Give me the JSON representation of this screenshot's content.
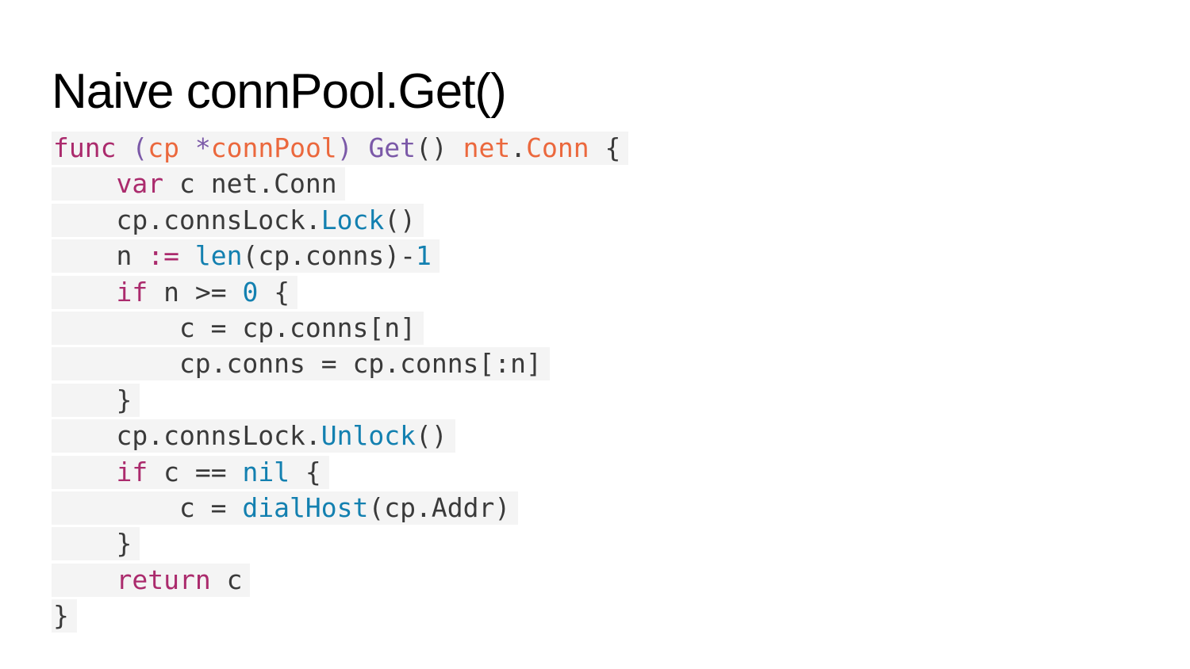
{
  "slide": {
    "title": "Naive connPool.Get()"
  },
  "colors": {
    "plain": "#3a3a3a",
    "keyword": "#ab2b6d",
    "orange": "#eb683d",
    "purple": "#7b59a8",
    "blue": "#1380b0",
    "line_bg": "#f4f4f4",
    "title": "#000000",
    "background": "#ffffff"
  },
  "code": {
    "language": "go",
    "lines": [
      {
        "tokens": [
          {
            "t": "func",
            "c": "keyword"
          },
          {
            "t": " ",
            "c": "plain"
          },
          {
            "t": "(",
            "c": "purple"
          },
          {
            "t": "cp",
            "c": "orange"
          },
          {
            "t": " ",
            "c": "plain"
          },
          {
            "t": "*",
            "c": "purple"
          },
          {
            "t": "connPool",
            "c": "orange"
          },
          {
            "t": ")",
            "c": "purple"
          },
          {
            "t": " ",
            "c": "plain"
          },
          {
            "t": "Get",
            "c": "purple"
          },
          {
            "t": "() ",
            "c": "plain"
          },
          {
            "t": "net",
            "c": "orange"
          },
          {
            "t": ".",
            "c": "plain"
          },
          {
            "t": "Conn",
            "c": "orange"
          },
          {
            "t": " {",
            "c": "plain"
          }
        ]
      },
      {
        "tokens": [
          {
            "t": "    ",
            "c": "plain"
          },
          {
            "t": "var",
            "c": "keyword"
          },
          {
            "t": " c net.Conn",
            "c": "plain"
          }
        ]
      },
      {
        "tokens": [
          {
            "t": "    cp.connsLock.",
            "c": "plain"
          },
          {
            "t": "Lock",
            "c": "blue"
          },
          {
            "t": "()",
            "c": "plain"
          }
        ]
      },
      {
        "tokens": [
          {
            "t": "    n ",
            "c": "plain"
          },
          {
            "t": ":=",
            "c": "keyword"
          },
          {
            "t": " ",
            "c": "plain"
          },
          {
            "t": "len",
            "c": "blue"
          },
          {
            "t": "(cp.conns)-",
            "c": "plain"
          },
          {
            "t": "1",
            "c": "blue"
          }
        ]
      },
      {
        "tokens": [
          {
            "t": "    ",
            "c": "plain"
          },
          {
            "t": "if",
            "c": "keyword"
          },
          {
            "t": " n >= ",
            "c": "plain"
          },
          {
            "t": "0",
            "c": "blue"
          },
          {
            "t": " {",
            "c": "plain"
          }
        ]
      },
      {
        "tokens": [
          {
            "t": "        c = cp.conns[n]",
            "c": "plain"
          }
        ]
      },
      {
        "tokens": [
          {
            "t": "        cp.conns = cp.conns[:n]",
            "c": "plain"
          }
        ]
      },
      {
        "tokens": [
          {
            "t": "    }",
            "c": "plain"
          }
        ]
      },
      {
        "tokens": [
          {
            "t": "    cp.connsLock.",
            "c": "plain"
          },
          {
            "t": "Unlock",
            "c": "blue"
          },
          {
            "t": "()",
            "c": "plain"
          }
        ]
      },
      {
        "tokens": [
          {
            "t": "    ",
            "c": "plain"
          },
          {
            "t": "if",
            "c": "keyword"
          },
          {
            "t": " c == ",
            "c": "plain"
          },
          {
            "t": "nil",
            "c": "blue"
          },
          {
            "t": " {",
            "c": "plain"
          }
        ]
      },
      {
        "tokens": [
          {
            "t": "        c = ",
            "c": "plain"
          },
          {
            "t": "dialHost",
            "c": "blue"
          },
          {
            "t": "(cp.Addr)",
            "c": "plain"
          }
        ]
      },
      {
        "tokens": [
          {
            "t": "    }",
            "c": "plain"
          }
        ]
      },
      {
        "tokens": [
          {
            "t": "    ",
            "c": "plain"
          },
          {
            "t": "return",
            "c": "keyword"
          },
          {
            "t": " c",
            "c": "plain"
          }
        ]
      },
      {
        "tokens": [
          {
            "t": "}",
            "c": "plain"
          }
        ]
      }
    ]
  }
}
